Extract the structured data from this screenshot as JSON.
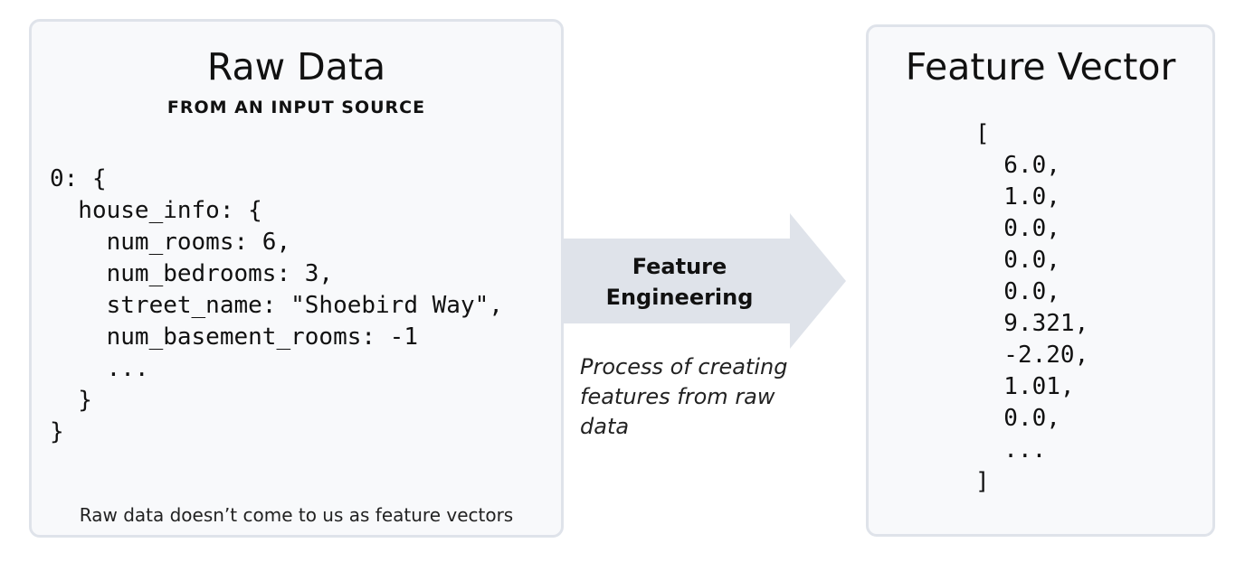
{
  "raw_panel": {
    "title": "Raw Data",
    "subtitle": "FROM AN INPUT SOURCE",
    "code": "0: {\n  house_info: {\n    num_rooms: 6,\n    num_bedrooms: 3,\n    street_name: \"Shoebird Way\",\n    num_basement_rooms: -1\n    ...\n  }\n}",
    "footnote": "Raw data doesn’t come to us as feature vectors"
  },
  "arrow": {
    "label": "Feature Engineering",
    "caption": "Process of creating features from raw data",
    "color": "#dfe3ea"
  },
  "vector_panel": {
    "title": "Feature Vector",
    "code": "[\n  6.0,\n  1.0,\n  0.0,\n  0.0,\n  0.0,\n  9.321,\n  -2.20,\n  1.01,\n  0.0,\n  ...\n]"
  },
  "colors": {
    "panel_background": "#f8f9fb",
    "panel_border": "#dfe3ea",
    "text": "#111111"
  }
}
